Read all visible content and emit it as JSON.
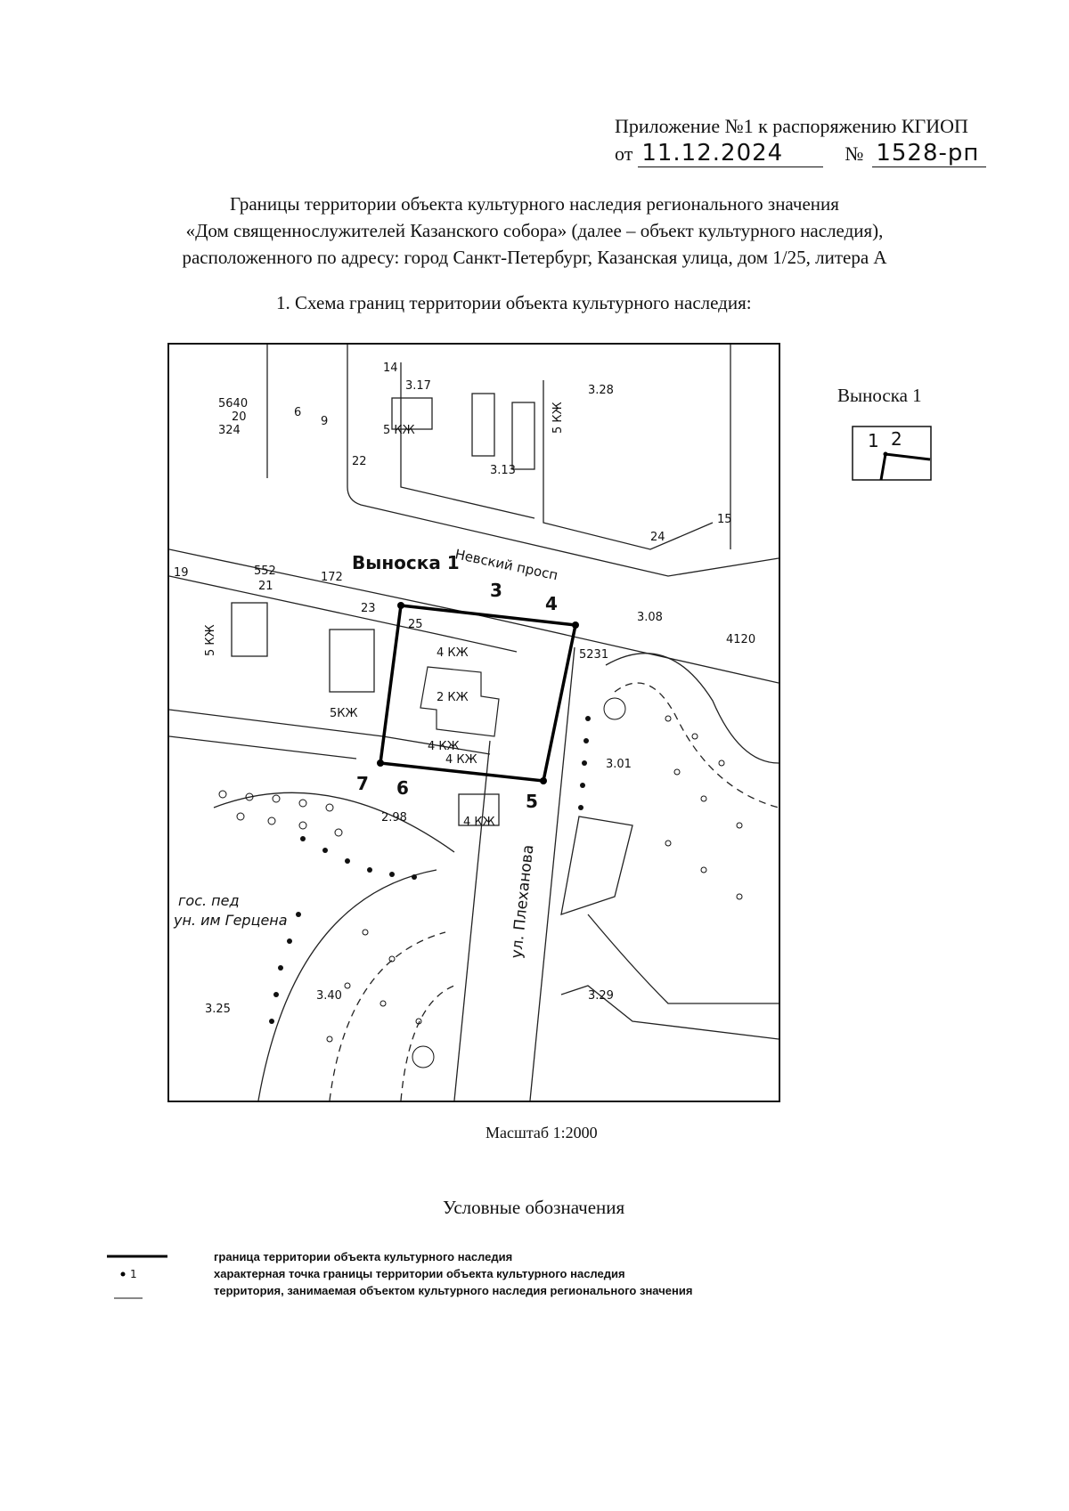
{
  "header": {
    "line1": "Приложение №1 к распоряжению КГИОП",
    "from_label": "от",
    "date": "11.12.2024",
    "number_label": "№",
    "number": "1528-рп"
  },
  "title": {
    "line1": "Границы территории объекта культурного наследия регионального значения",
    "line2": "«Дом священнослужителей Казанского собора» (далее – объект культурного наследия),",
    "line3": "расположенного по адресу: город Санкт-Петербург, Казанская улица, дом 1/25, литера А"
  },
  "section_title": "1.   Схема границ территории объекта культурного наследия:",
  "map": {
    "callout_label": "Выноска 1",
    "street_nevsky": "Невский просп",
    "street_plekhanova": "ул. Плеханова",
    "park_label_1": "гос. пед",
    "park_label_2": "ун. им Герцена",
    "point_labels": [
      "3",
      "4",
      "5",
      "6",
      "7"
    ],
    "elevations": [
      "3.17",
      "3.28",
      "3.13",
      "3.08",
      "3.01",
      "2.98",
      "3.40",
      "3.29",
      "3.25"
    ],
    "building_labels": [
      "5 КЖ",
      "4 КЖ",
      "2 КЖ",
      "5 КЖ",
      "4 КЖ",
      "5КЖ",
      "5 КЖ",
      "4 КЖ",
      "4 КЖ"
    ],
    "house_numbers": [
      "20",
      "22",
      "24",
      "25",
      "21",
      "23",
      "19",
      "15",
      "14",
      "9",
      "6"
    ],
    "misc_codes": [
      "5640",
      "324",
      "552",
      "172",
      "4120",
      "5231"
    ]
  },
  "callout": {
    "title": "Выноска 1",
    "point_a": "1",
    "point_b": "2"
  },
  "scale": "Масштаб 1:2000",
  "legend": {
    "title": "Условные обозначения",
    "point_symbol_label": "1",
    "items": [
      "граница территории объекта культурного наследия",
      "характерная точка границы территории объекта культурного наследия",
      "территория, занимаемая объектом культурного наследия регионального значения"
    ]
  }
}
